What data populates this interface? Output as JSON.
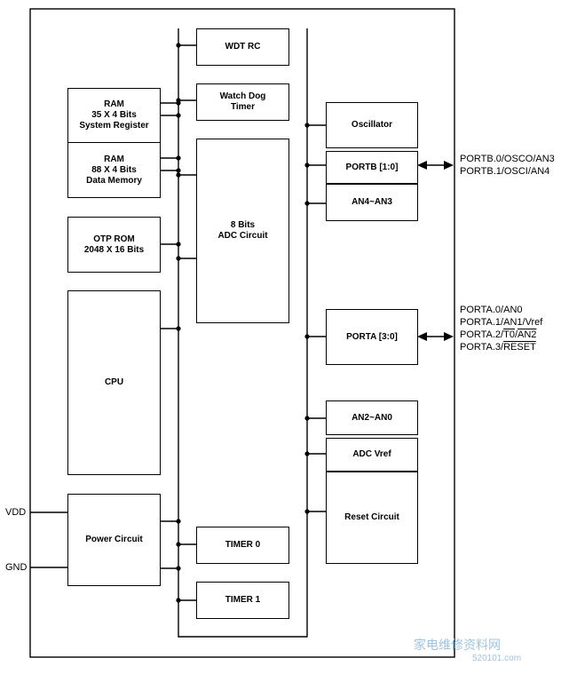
{
  "blocks": {
    "wdt_rc": "WDT RC",
    "watch_dog": "Watch Dog\nTimer",
    "ram_sys": "RAM\n35 X 4 Bits\nSystem Register",
    "ram_data": "RAM\n88 X 4 Bits\nData Memory",
    "adc": "8 Bits\nADC Circuit",
    "otp_rom": "OTP ROM\n2048 X 16 Bits",
    "cpu": "CPU",
    "power": "Power Circuit",
    "timer0": "TIMER 0",
    "timer1": "TIMER 1",
    "oscillator": "Oscillator",
    "portb": "PORTB [1:0]",
    "an4_an3": "AN4~AN3",
    "porta": "PORTA [3:0]",
    "an2_an0": "AN2~AN0",
    "adc_vref": "ADC Vref",
    "reset": "Reset Circuit"
  },
  "pins": {
    "vdd": "VDD",
    "gnd": "GND",
    "portb0": "PORTB.0/OSCO/AN3",
    "portb1": "PORTB.1/OSCI/AN4",
    "porta0": "PORTA.0/AN0",
    "porta1": "PORTA.1/AN1/Vref",
    "porta2_pre": "PORTA.2/",
    "porta2_t0": "T0",
    "porta2_mid": "/",
    "porta2_an2": "AN2",
    "porta3_pre": "PORTA.3/",
    "porta3_reset": "RESET"
  },
  "watermark": "家电维修资料网",
  "watermark_sub": "520101.com"
}
